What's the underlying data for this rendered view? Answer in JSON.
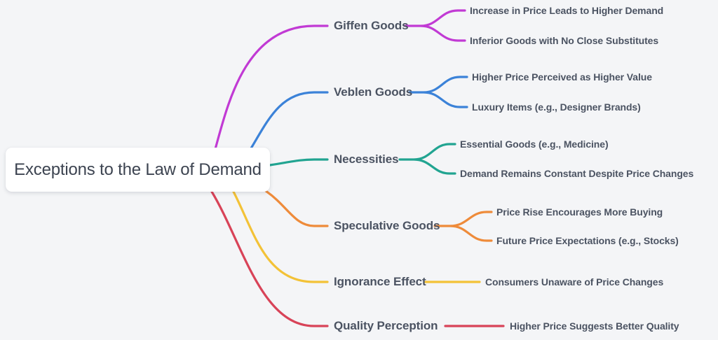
{
  "background_color": "#f4f5f7",
  "root": {
    "label": "Exceptions to the Law of Demand"
  },
  "branches": [
    {
      "label": "Giffen Goods",
      "color": "#c13ad4",
      "children": [
        "Increase in Price Leads to Higher Demand",
        "Inferior Goods with No Close Substitutes"
      ]
    },
    {
      "label": "Veblen Goods",
      "color": "#3b82d8",
      "children": [
        "Higher Price Perceived as Higher Value",
        "Luxury Items (e.g., Designer Brands)"
      ]
    },
    {
      "label": "Necessities",
      "color": "#21a491",
      "children": [
        "Essential Goods (e.g., Medicine)",
        "Demand Remains Constant Despite Price Changes"
      ]
    },
    {
      "label": "Speculative Goods",
      "color": "#ee8b3a",
      "children": [
        "Price Rise Encourages More Buying",
        "Future Price Expectations (e.g., Stocks)"
      ]
    },
    {
      "label": "Ignorance Effect",
      "color": "#f3c237",
      "children": [
        "Consumers Unaware of Price Changes"
      ]
    },
    {
      "label": "Quality Perception",
      "color": "#d84358",
      "children": [
        "Higher Price Suggests Better Quality"
      ]
    }
  ]
}
